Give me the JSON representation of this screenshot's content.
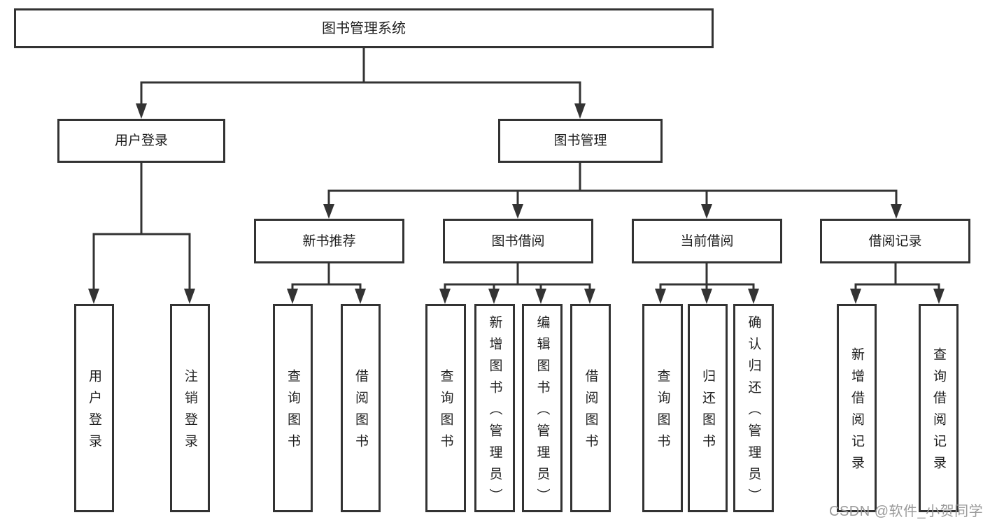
{
  "colors": {
    "line": "#333333",
    "text": "#1f1f1f",
    "background": "#ffffff",
    "watermark": "#9a9a9a"
  },
  "watermark": {
    "text": "CSDN @软件_小贺同学"
  },
  "tree": {
    "root": {
      "label": "图书管理系统"
    },
    "branches": [
      {
        "label": "用户登录",
        "children": [
          {
            "label": "用户登录"
          },
          {
            "label": "注销登录"
          }
        ]
      },
      {
        "label": "图书管理",
        "groups": [
          {
            "label": "新书推荐",
            "children": [
              {
                "label": "查询图书"
              },
              {
                "label": "借阅图书"
              }
            ]
          },
          {
            "label": "图书借阅",
            "children": [
              {
                "label": "查询图书"
              },
              {
                "label": "新增图书（管理员）"
              },
              {
                "label": "编辑图书（管理员）"
              },
              {
                "label": "借阅图书"
              }
            ]
          },
          {
            "label": "当前借阅",
            "children": [
              {
                "label": "查询图书"
              },
              {
                "label": "归还图书"
              },
              {
                "label": "确认归还（管理员）"
              }
            ]
          },
          {
            "label": "借阅记录",
            "children": [
              {
                "label": "新增借阅记录"
              },
              {
                "label": "查询借阅记录"
              }
            ]
          }
        ]
      }
    ]
  }
}
